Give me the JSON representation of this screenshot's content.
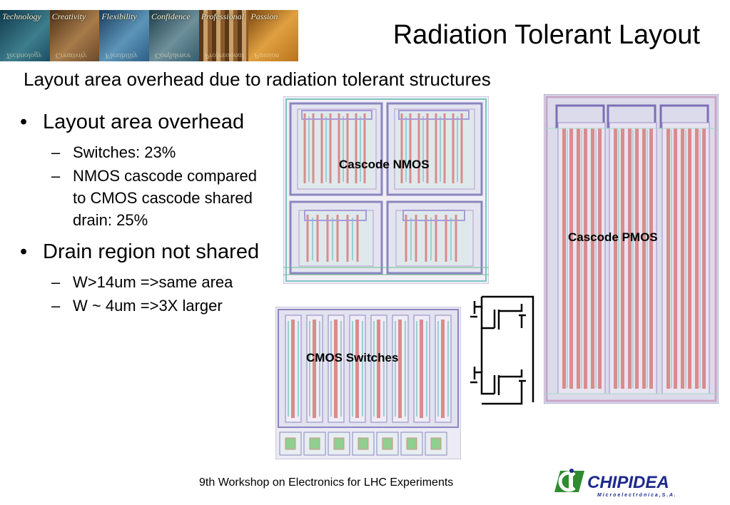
{
  "banner": {
    "words": [
      "Technology",
      "Creativity",
      "Flexibility",
      "Confidence",
      "Professional",
      "Passion"
    ],
    "colors": [
      "#1b4e63",
      "#6b4a2a",
      "#2e5f86",
      "#345d6e",
      "#8b5a2b",
      "#b8741c"
    ]
  },
  "title": "Radiation Tolerant Layout",
  "subtitle": "Layout area overhead due to radiation tolerant structures",
  "bullets": [
    {
      "text": "Layout area overhead",
      "sub": [
        "Switches: 23%",
        "NMOS cascode compared to CMOS cascode shared drain: 25%"
      ]
    },
    {
      "text": "Drain region not shared",
      "sub": [
        "W>14um =>same area",
        "W ~ 4um =>3X larger"
      ]
    }
  ],
  "labels": {
    "nmos": "Cascode NMOS",
    "pmos": "Cascode PMOS",
    "cmos": "CMOS Switches"
  },
  "footer": "9th Workshop on Electronics for LHC Experiments",
  "logo": {
    "name": "CHIPIDEA",
    "tagline": "M i c r o e l e c t r ó n i c a ,  S . A .",
    "colors": {
      "green": "#2e8b2e",
      "blue": "#1c2a8c"
    }
  },
  "layout_colors": {
    "poly": "#d88c8c",
    "diff": "#a5c4c0",
    "metal": "#b8b0e0",
    "bg": "#e8e6f0"
  }
}
